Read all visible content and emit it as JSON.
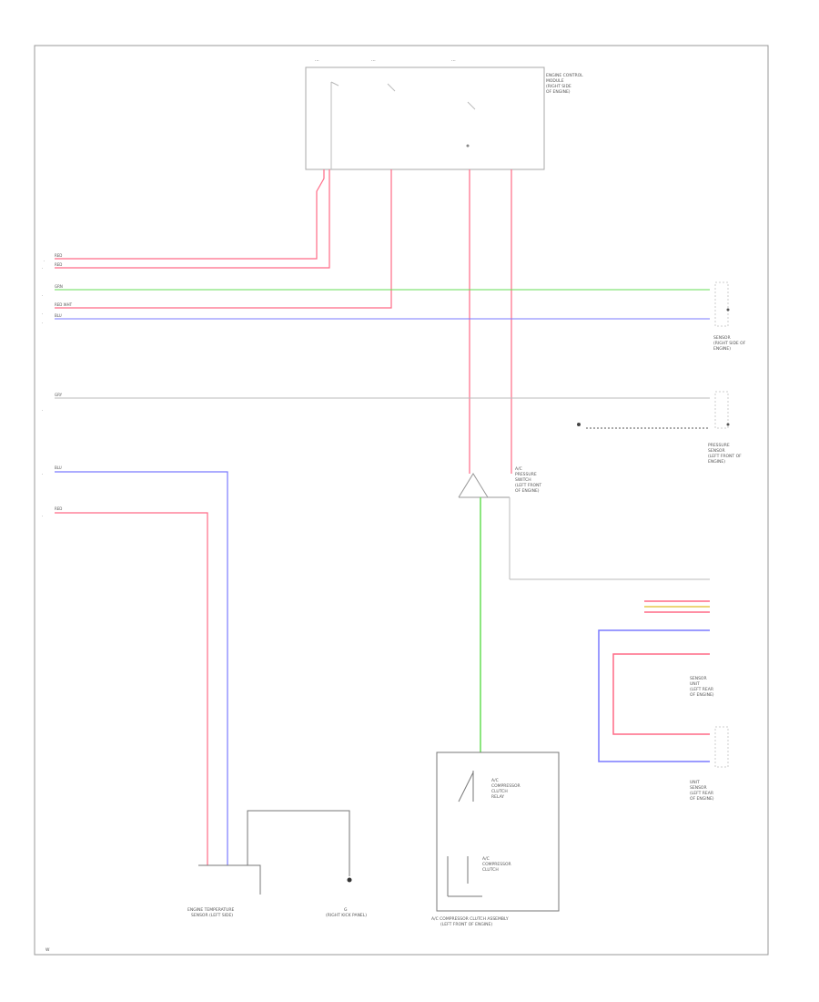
{
  "colors": {
    "red": "#ff5a78",
    "red_line": "#ff7088",
    "green": "#66dd55",
    "blue": "#6f6fff",
    "yellow": "#e6c84a",
    "gray": "#aaaaaa",
    "border": "#999999"
  },
  "labels": {
    "main_module": [
      "ENGINE CONTROL",
      "MODULE",
      "(RIGHT SIDE",
      "OF ENGINE)"
    ],
    "wire_lines": [
      "RED",
      "RED",
      "GRN",
      "RED WHT",
      "BLU",
      "GRY",
      "BLU",
      "RED"
    ],
    "sensor_a": [
      "SENSOR",
      "(RIGHT SIDE OF",
      "ENGINE)"
    ],
    "sensor_b": [
      "PRESSURE",
      "SENSOR",
      "(LEFT FRONT OF",
      "ENGINE)"
    ],
    "switch_mid": [
      "A/C",
      "PRESSURE",
      "SWITCH",
      "(LEFT FRONT",
      "OF ENGINE)"
    ],
    "sensor_right": [
      "SENSOR",
      "UNIT",
      "(LEFT REAR",
      "OF ENGINE)"
    ],
    "sensor_right2": [
      "UNIT",
      "SENSOR",
      "(LEFT REAR",
      "OF ENGINE)"
    ],
    "bottom_left": [
      "ENGINE TEMPERATURE",
      "SENSOR (LEFT SIDE)"
    ],
    "ground": [
      "G",
      "(RIGHT KICK PANEL)"
    ],
    "bottom_mid": [
      "A/C COMPRESSOR CLUTCH ASSEMBLY",
      "(LEFT FRONT OF ENGINE)"
    ],
    "relay_a": [
      "A/C",
      "COMPRESSOR",
      "CLUTCH",
      "RELAY"
    ],
    "relay_b": [
      "A/C",
      "COMPRESSOR",
      "CLUTCH"
    ],
    "page_ref": "W"
  }
}
